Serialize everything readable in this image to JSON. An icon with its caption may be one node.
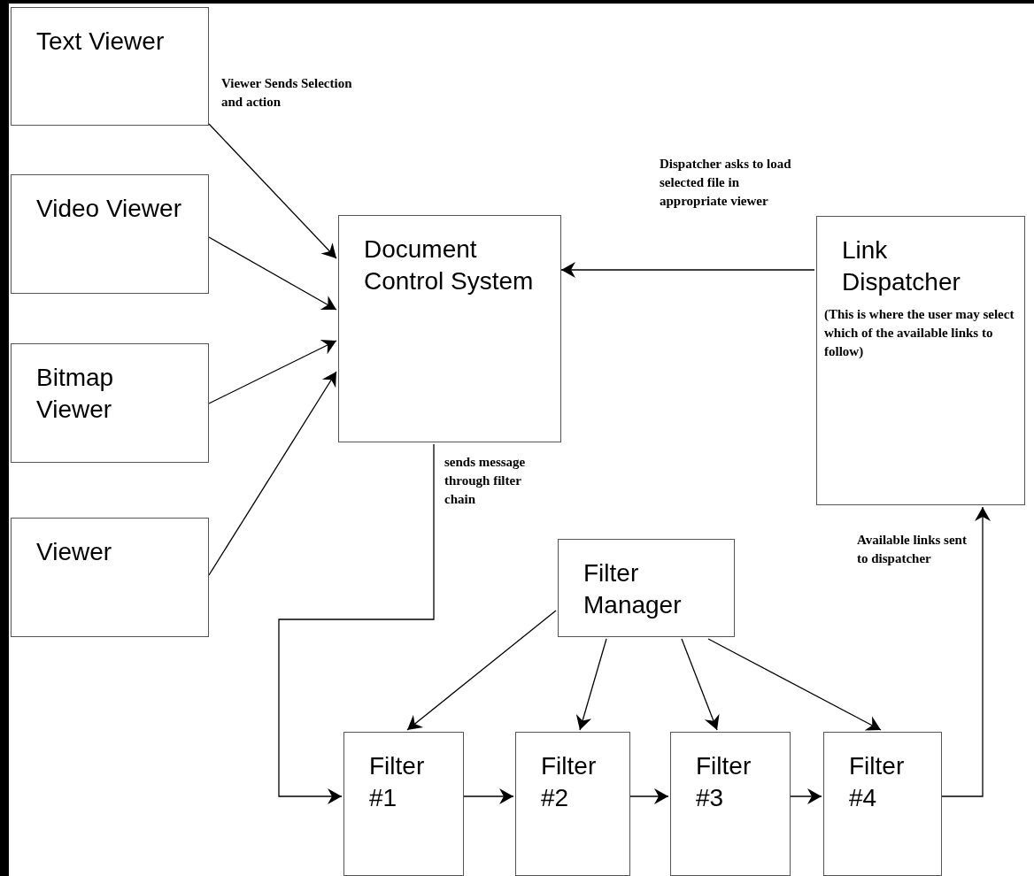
{
  "diagram": {
    "nodes": [
      {
        "text": [
          "Text Viewer"
        ]
      },
      {
        "text": [
          "Video Viewer"
        ]
      },
      {
        "text": [
          "Bitmap Viewer"
        ]
      },
      {
        "text": [
          "Viewer"
        ]
      },
      {
        "text": [
          "Document Control System"
        ]
      },
      {
        "text": [
          "Link Dispatcher",
          "(This is where the user may select which of the available links to follow)"
        ]
      },
      {
        "text": [
          "Filter Manager"
        ]
      },
      {
        "text": [
          "Filter #1"
        ]
      },
      {
        "text": [
          "Filter #2"
        ]
      },
      {
        "text": [
          "Filter #3"
        ]
      },
      {
        "text": [
          "Filter #4"
        ]
      }
    ],
    "edges": [
      {
        "from": 0,
        "to": 4,
        "arrow": "to"
      },
      {
        "from": 1,
        "to": 4,
        "arrow": "to"
      },
      {
        "from": 2,
        "to": 4,
        "arrow": "to"
      },
      {
        "from": 3,
        "to": 4,
        "arrow": "to"
      },
      {
        "from": 5,
        "to": 4,
        "arrow": "to"
      },
      {
        "from": 4,
        "to": 7,
        "arrow": "to"
      },
      {
        "from": 6,
        "to": 7,
        "arrow": "to"
      },
      {
        "from": 6,
        "to": 8,
        "arrow": "to"
      },
      {
        "from": 6,
        "to": 9,
        "arrow": "to"
      },
      {
        "from": 6,
        "to": 10,
        "arrow": "to"
      },
      {
        "from": 7,
        "to": 8,
        "arrow": "to"
      },
      {
        "from": 8,
        "to": 9,
        "arrow": "to"
      },
      {
        "from": 9,
        "to": 10,
        "arrow": "to"
      },
      {
        "from": 10,
        "to": 5,
        "arrow": "to"
      }
    ],
    "labels": [
      "Viewer Sends Selection and action",
      "Dispatcher asks to load selected file in appropriate viewer",
      "sends message through filter chain",
      "Available links sent to dispatcher"
    ]
  }
}
